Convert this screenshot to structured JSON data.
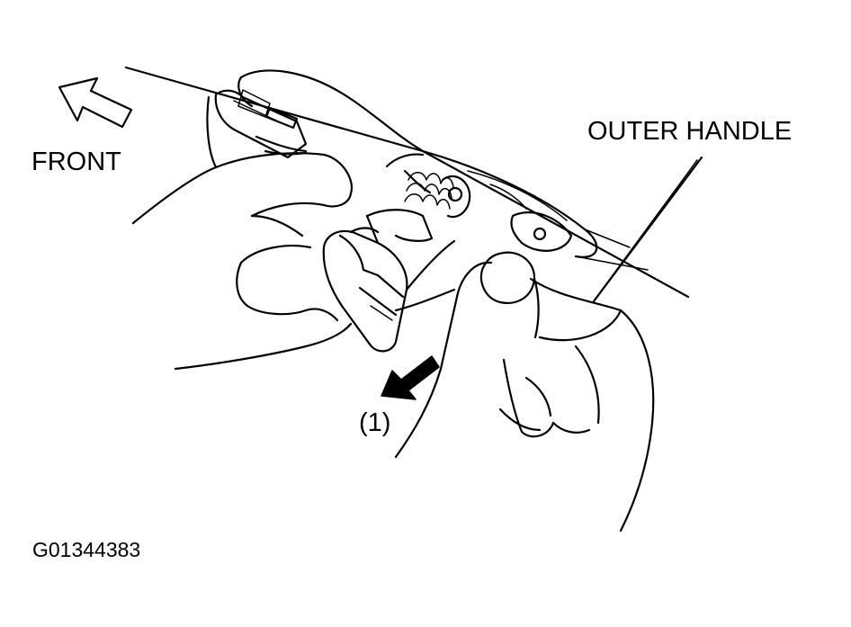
{
  "figure": {
    "labels": {
      "front": "FRONT",
      "outer_handle": "OUTER HANDLE",
      "step": "(1)",
      "figure_code": "G01344383"
    }
  }
}
